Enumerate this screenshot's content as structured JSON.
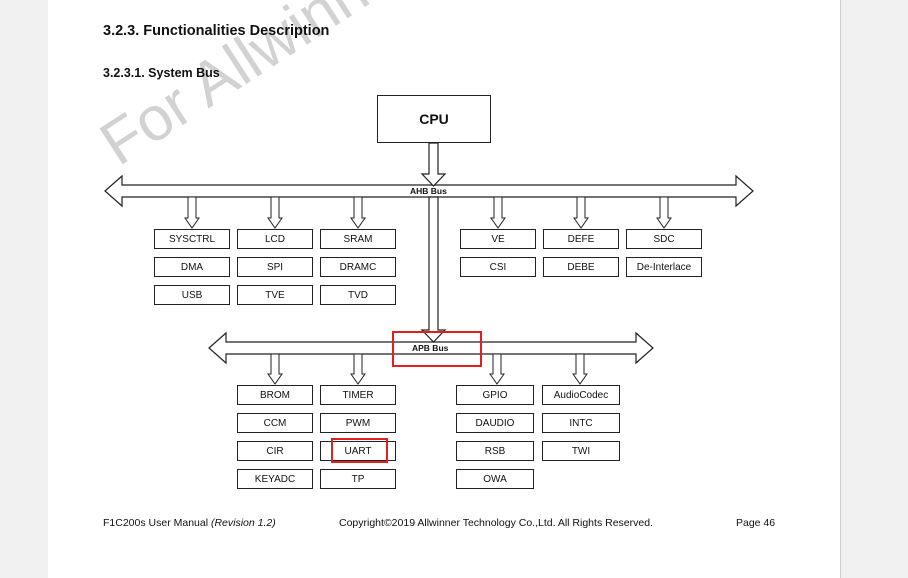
{
  "section_heading": "3.2.3. Functionalities Description",
  "subsection_heading": "3.2.3.1. System Bus",
  "watermark": "For Allwinner Tech",
  "diagram": {
    "cpu": "CPU",
    "ahb_bus": "AHB Bus",
    "apb_bus": "APB Bus",
    "ahb_left": [
      [
        "SYSCTRL",
        "LCD",
        "SRAM"
      ],
      [
        "DMA",
        "SPI",
        "DRAMC"
      ],
      [
        "USB",
        "TVE",
        "TVD"
      ]
    ],
    "ahb_right": [
      [
        "VE",
        "DEFE",
        "SDC"
      ],
      [
        "CSI",
        "DEBE",
        "De-Interlace"
      ]
    ],
    "apb_left": [
      [
        "BROM",
        "TIMER"
      ],
      [
        "CCM",
        "PWM"
      ],
      [
        "CIR",
        "UART"
      ],
      [
        "KEYADC",
        "TP"
      ]
    ],
    "apb_right": [
      [
        "GPIO",
        "AudioCodec"
      ],
      [
        "DAUDIO",
        "INTC"
      ],
      [
        "RSB",
        "TWI"
      ],
      [
        "OWA"
      ]
    ],
    "highlight_color": "#e02020"
  },
  "footer": {
    "manual": "F1C200s User Manual",
    "revision": "(Revision 1.2)",
    "copyright": "Copyright©2019 Allwinner Technology Co.,Ltd. All Rights Reserved.",
    "page": "Page 46"
  }
}
